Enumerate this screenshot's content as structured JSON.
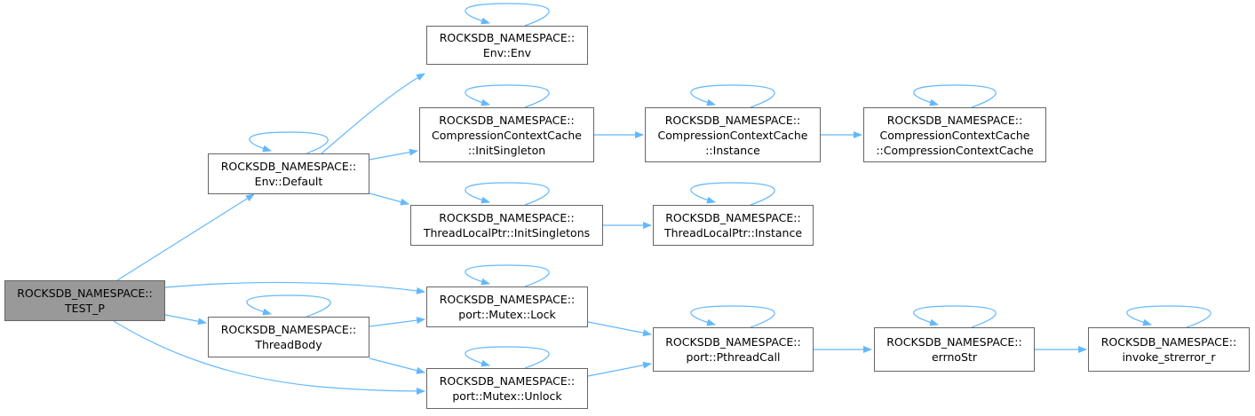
{
  "colors": {
    "edge": "#63b8ff",
    "node_border": "#666666",
    "root_fill": "#999999",
    "node_fill": "#ffffff"
  },
  "nodes": {
    "root": {
      "line1": "ROCKSDB_NAMESPACE::",
      "line2": "TEST_P"
    },
    "env_default": {
      "line1": "ROCKSDB_NAMESPACE::",
      "line2": "Env::Default"
    },
    "env_env": {
      "line1": "ROCKSDB_NAMESPACE::",
      "line2": "Env::Env"
    },
    "ccc_init": {
      "line1": "ROCKSDB_NAMESPACE::",
      "line2": "CompressionContextCache",
      "line3": "::InitSingleton"
    },
    "ccc_instance": {
      "line1": "ROCKSDB_NAMESPACE::",
      "line2": "CompressionContextCache",
      "line3": "::Instance"
    },
    "ccc_ctor": {
      "line1": "ROCKSDB_NAMESPACE::",
      "line2": "CompressionContextCache",
      "line3": "::CompressionContextCache"
    },
    "tlp_init": {
      "line1": "ROCKSDB_NAMESPACE::",
      "line2": "ThreadLocalPtr::InitSingletons"
    },
    "tlp_instance": {
      "line1": "ROCKSDB_NAMESPACE::",
      "line2": "ThreadLocalPtr::Instance"
    },
    "thread_body": {
      "line1": "ROCKSDB_NAMESPACE::",
      "line2": "ThreadBody"
    },
    "mutex_lock": {
      "line1": "ROCKSDB_NAMESPACE::",
      "line2": "port::Mutex::Lock"
    },
    "mutex_unlock": {
      "line1": "ROCKSDB_NAMESPACE::",
      "line2": "port::Mutex::Unlock"
    },
    "pthread_call": {
      "line1": "ROCKSDB_NAMESPACE::",
      "line2": "port::PthreadCall"
    },
    "errno_str": {
      "line1": "ROCKSDB_NAMESPACE::",
      "line2": "errnoStr"
    },
    "invoke_strerror": {
      "line1": "ROCKSDB_NAMESPACE::",
      "line2": "invoke_strerror_r"
    }
  }
}
